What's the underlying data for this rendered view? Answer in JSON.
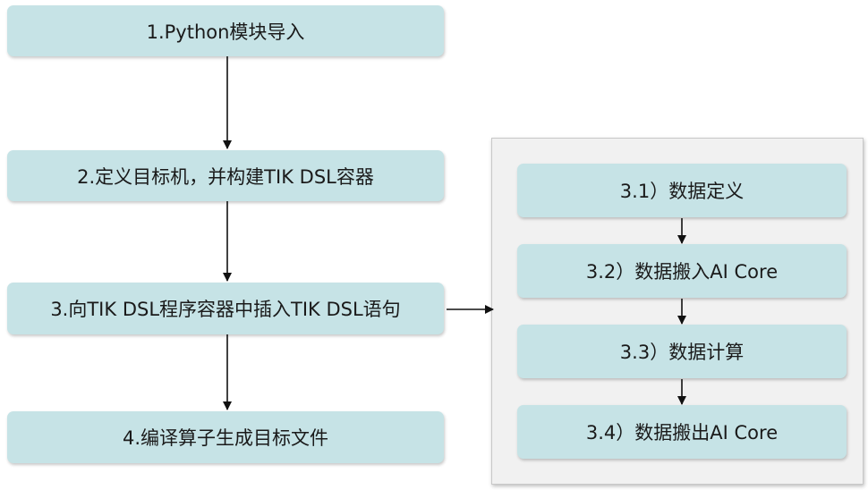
{
  "steps": [
    {
      "label": "1.Python模块导入"
    },
    {
      "label": "2.定义目标机，并构建TIK DSL容器"
    },
    {
      "label": "3.向TIK DSL程序容器中插入TIK DSL语句"
    },
    {
      "label": "4.编译算子生成目标文件"
    }
  ],
  "substeps": [
    {
      "label": "3.1）数据定义"
    },
    {
      "label": "3.2）数据搬入AI Core"
    },
    {
      "label": "3.3）数据计算"
    },
    {
      "label": "3.4）数据搬出AI Core"
    }
  ],
  "colors": {
    "box_fill": "#c6e3e6",
    "panel_fill": "#f1f1f1",
    "arrow": "#111111"
  }
}
